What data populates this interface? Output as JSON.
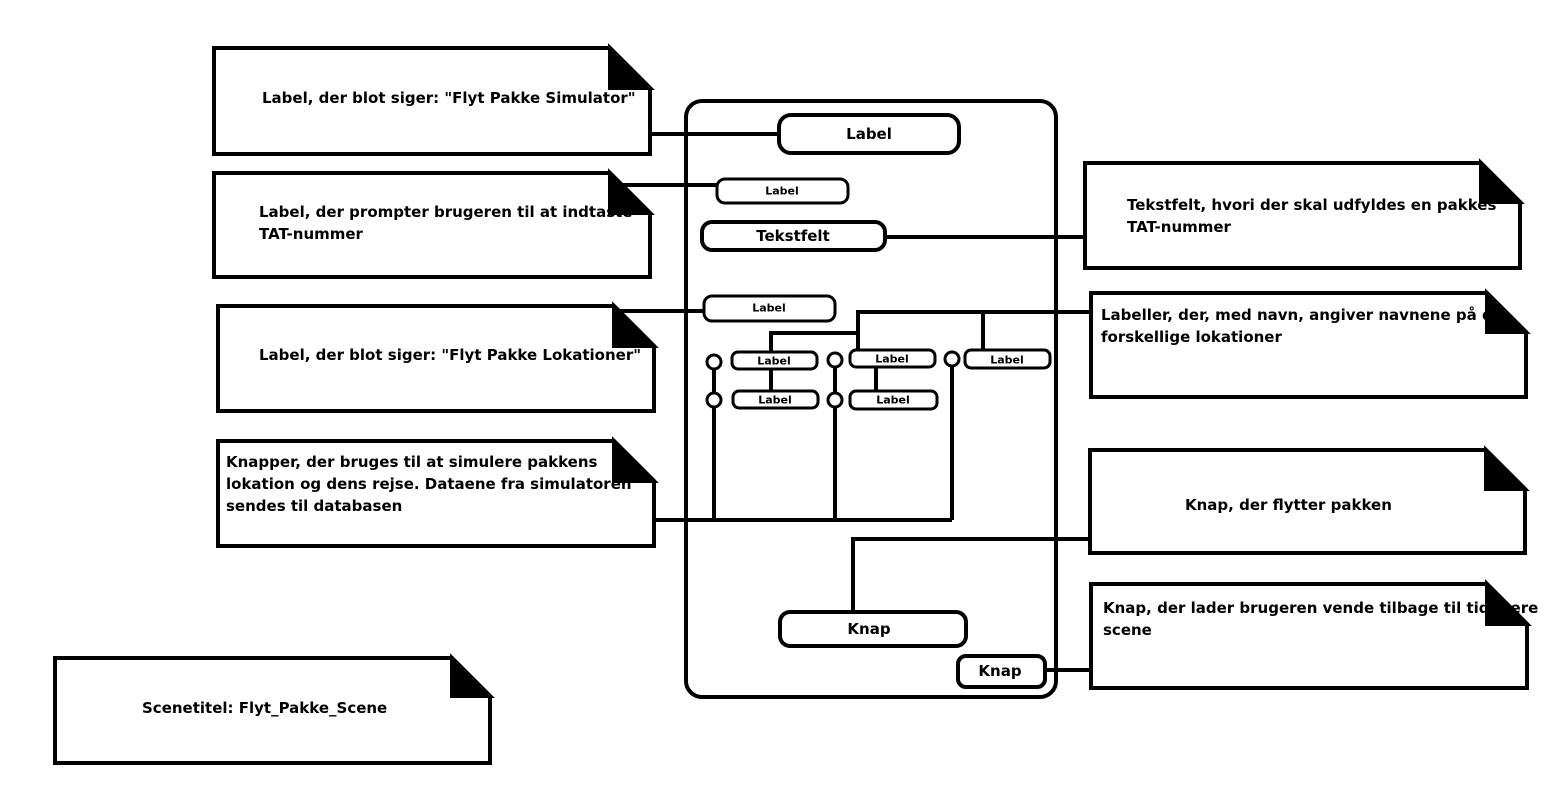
{
  "notes": {
    "title_label": "Label, der blot siger: \"Flyt Pakke Simulator\"",
    "prompt_label": "Label, der prompter brugeren til at indtaste\nTAT-nummer",
    "locations_label": "Label, der blot siger: \"Flyt Pakke Lokationer\"",
    "sim_buttons": "Knapper, der bruges til at simulere pakkens\nlokation og dens rejse. Dataene fra simulatoren\nsendes til databasen",
    "scene_title": "Scenetitel: Flyt_Pakke_Scene",
    "textfield": "Tekstfelt, hvori der skal udfyldes en pakkes\nTAT-nummer",
    "location_names": "Labeller, der, med navn, angiver navnene på de\nforskellige lokationer",
    "move_button": "Knap, der flytter pakken",
    "back_button": "Knap, der lader brugeren vende tilbage til tidligere\nscene"
  },
  "mockup": {
    "title_label": "Label",
    "prompt_label": "Label",
    "textfield": "Tekstfelt",
    "locations_label": "Label",
    "location_labels": [
      "Label",
      "Label",
      "Label",
      "Label",
      "Label"
    ],
    "move_button": "Knap",
    "back_button": "Knap"
  }
}
